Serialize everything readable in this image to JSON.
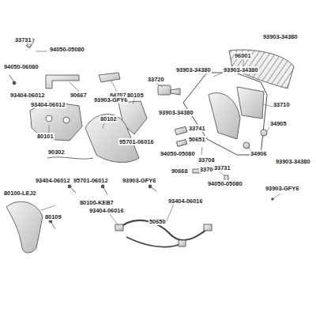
{
  "diagram": {
    "labels": [
      "33731",
      "94050-05080",
      "94050-06080",
      "90667",
      "84707",
      "33720",
      "93903-34380",
      "93903-34380",
      "96001",
      "93903-34380",
      "93404-06012",
      "93903-GFY6",
      "80105",
      "93404-06012",
      "80102",
      "93903-34380",
      "33710",
      "80101",
      "34905",
      "33741",
      "50651",
      "95701-06016",
      "34906",
      "90302",
      "94050-05080",
      "33708",
      "93903-34380",
      "33700",
      "90668",
      "33731",
      "94050-05080",
      "93404-06012",
      "95701-06012",
      "93903-GFY6",
      "93903-GFY6",
      "80100-LEJ2",
      "80100-KEB7",
      "93404-06016",
      "50650",
      "93404-06016",
      "80109"
    ]
  }
}
